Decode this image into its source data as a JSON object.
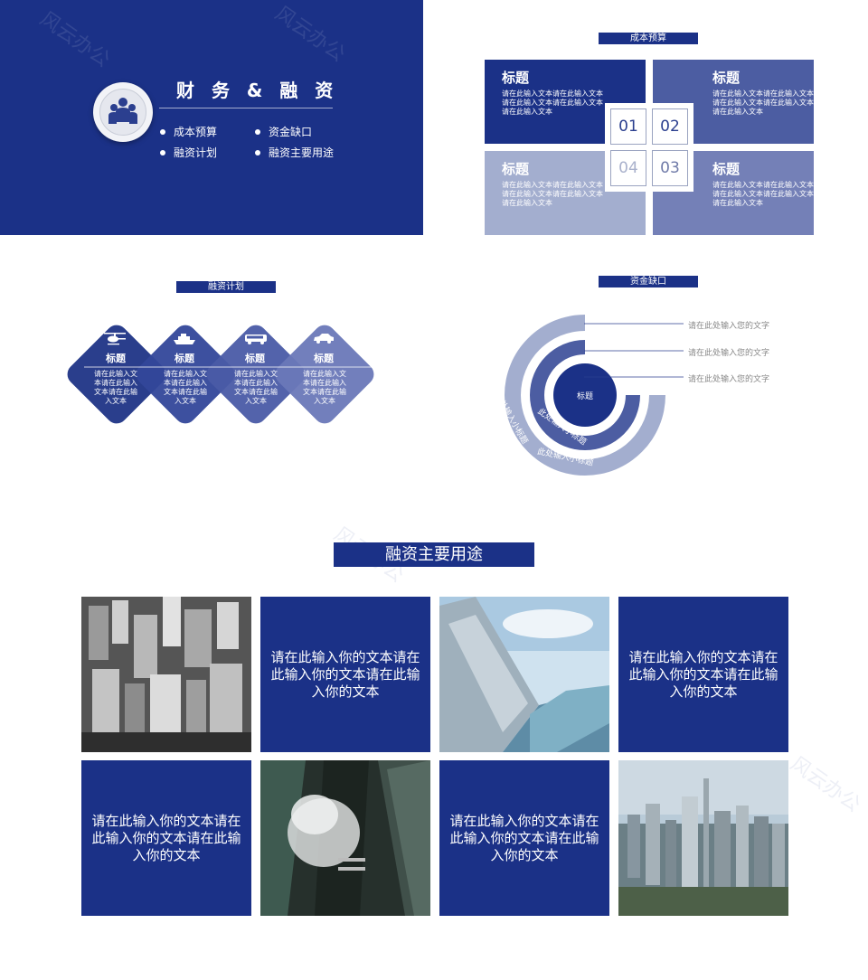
{
  "cover": {
    "title": "财 务 & 融 资",
    "items": [
      "成本预算",
      "资金缺口",
      "融资计划",
      "融资主要用途"
    ],
    "icon": "people-icon",
    "watermark": "风云办公"
  },
  "cost_budget": {
    "label": "成本预算",
    "cards": [
      {
        "title": "标题",
        "body": "请在此输入文本请在此输入文本请在此输入文本请在此输入文本请在此输入文本"
      },
      {
        "title": "标题",
        "body": "请在此输入文本请在此输入文本请在此输入文本请在此输入文本请在此输入文本"
      },
      {
        "title": "标题",
        "body": "请在此输入文本请在此输入文本请在此输入文本请在此输入文本请在此输入文本"
      },
      {
        "title": "标题",
        "body": "请在此输入文本请在此输入文本请在此输入文本请在此输入文本请在此输入文本"
      }
    ],
    "numbers": [
      "01",
      "02",
      "04",
      "03"
    ]
  },
  "financing_plan": {
    "label": "融资计划",
    "items": [
      {
        "icon": "helicopter-icon",
        "title": "标题",
        "body": "请在此输入文本请在此输入文本请在此输入文本"
      },
      {
        "icon": "ship-icon",
        "title": "标题",
        "body": "请在此输入文本请在此输入文本请在此输入文本"
      },
      {
        "icon": "bus-icon",
        "title": "标题",
        "body": "请在此输入文本请在此输入文本请在此输入文本"
      },
      {
        "icon": "car-icon",
        "title": "标题",
        "body": "请在此输入文本请在此输入文本请在此输入文本"
      }
    ]
  },
  "funding_gap": {
    "label": "资金缺口",
    "center": "标题",
    "callouts": [
      "请在此处输入您的文字",
      "请在此处输入您的文字",
      "请在此处输入您的文字"
    ],
    "arc_labels": [
      "此处输入小标题",
      "此处输入小标题",
      "此处输入小标题"
    ]
  },
  "main_uses": {
    "label": "融资主要用途",
    "text_tiles": [
      "请在此输入你的文本请在此输入你的文本请在此输入你的文本",
      "请在此输入你的文本请在此输入你的文本请在此输入你的文本",
      "请在此输入你的文本请在此输入你的文本请在此输入你的文本",
      "请在此输入你的文本请在此输入你的文本请在此输入你的文本"
    ]
  },
  "colors": {
    "primary": "#1b3187",
    "mid": "#4c5da2",
    "light": "#a3aecf",
    "soft": "#7480b7"
  }
}
